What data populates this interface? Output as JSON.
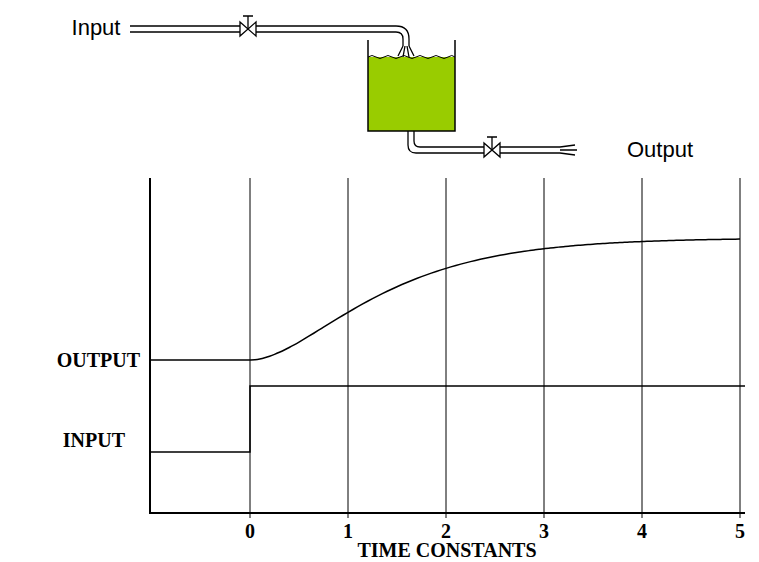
{
  "diagram": {
    "labels": [
      "Input",
      "Output",
      "OUTPUT",
      "INPUT",
      "0",
      "1",
      "2",
      "3",
      "4",
      "5",
      "TIME CONSTANTS"
    ]
  }
}
